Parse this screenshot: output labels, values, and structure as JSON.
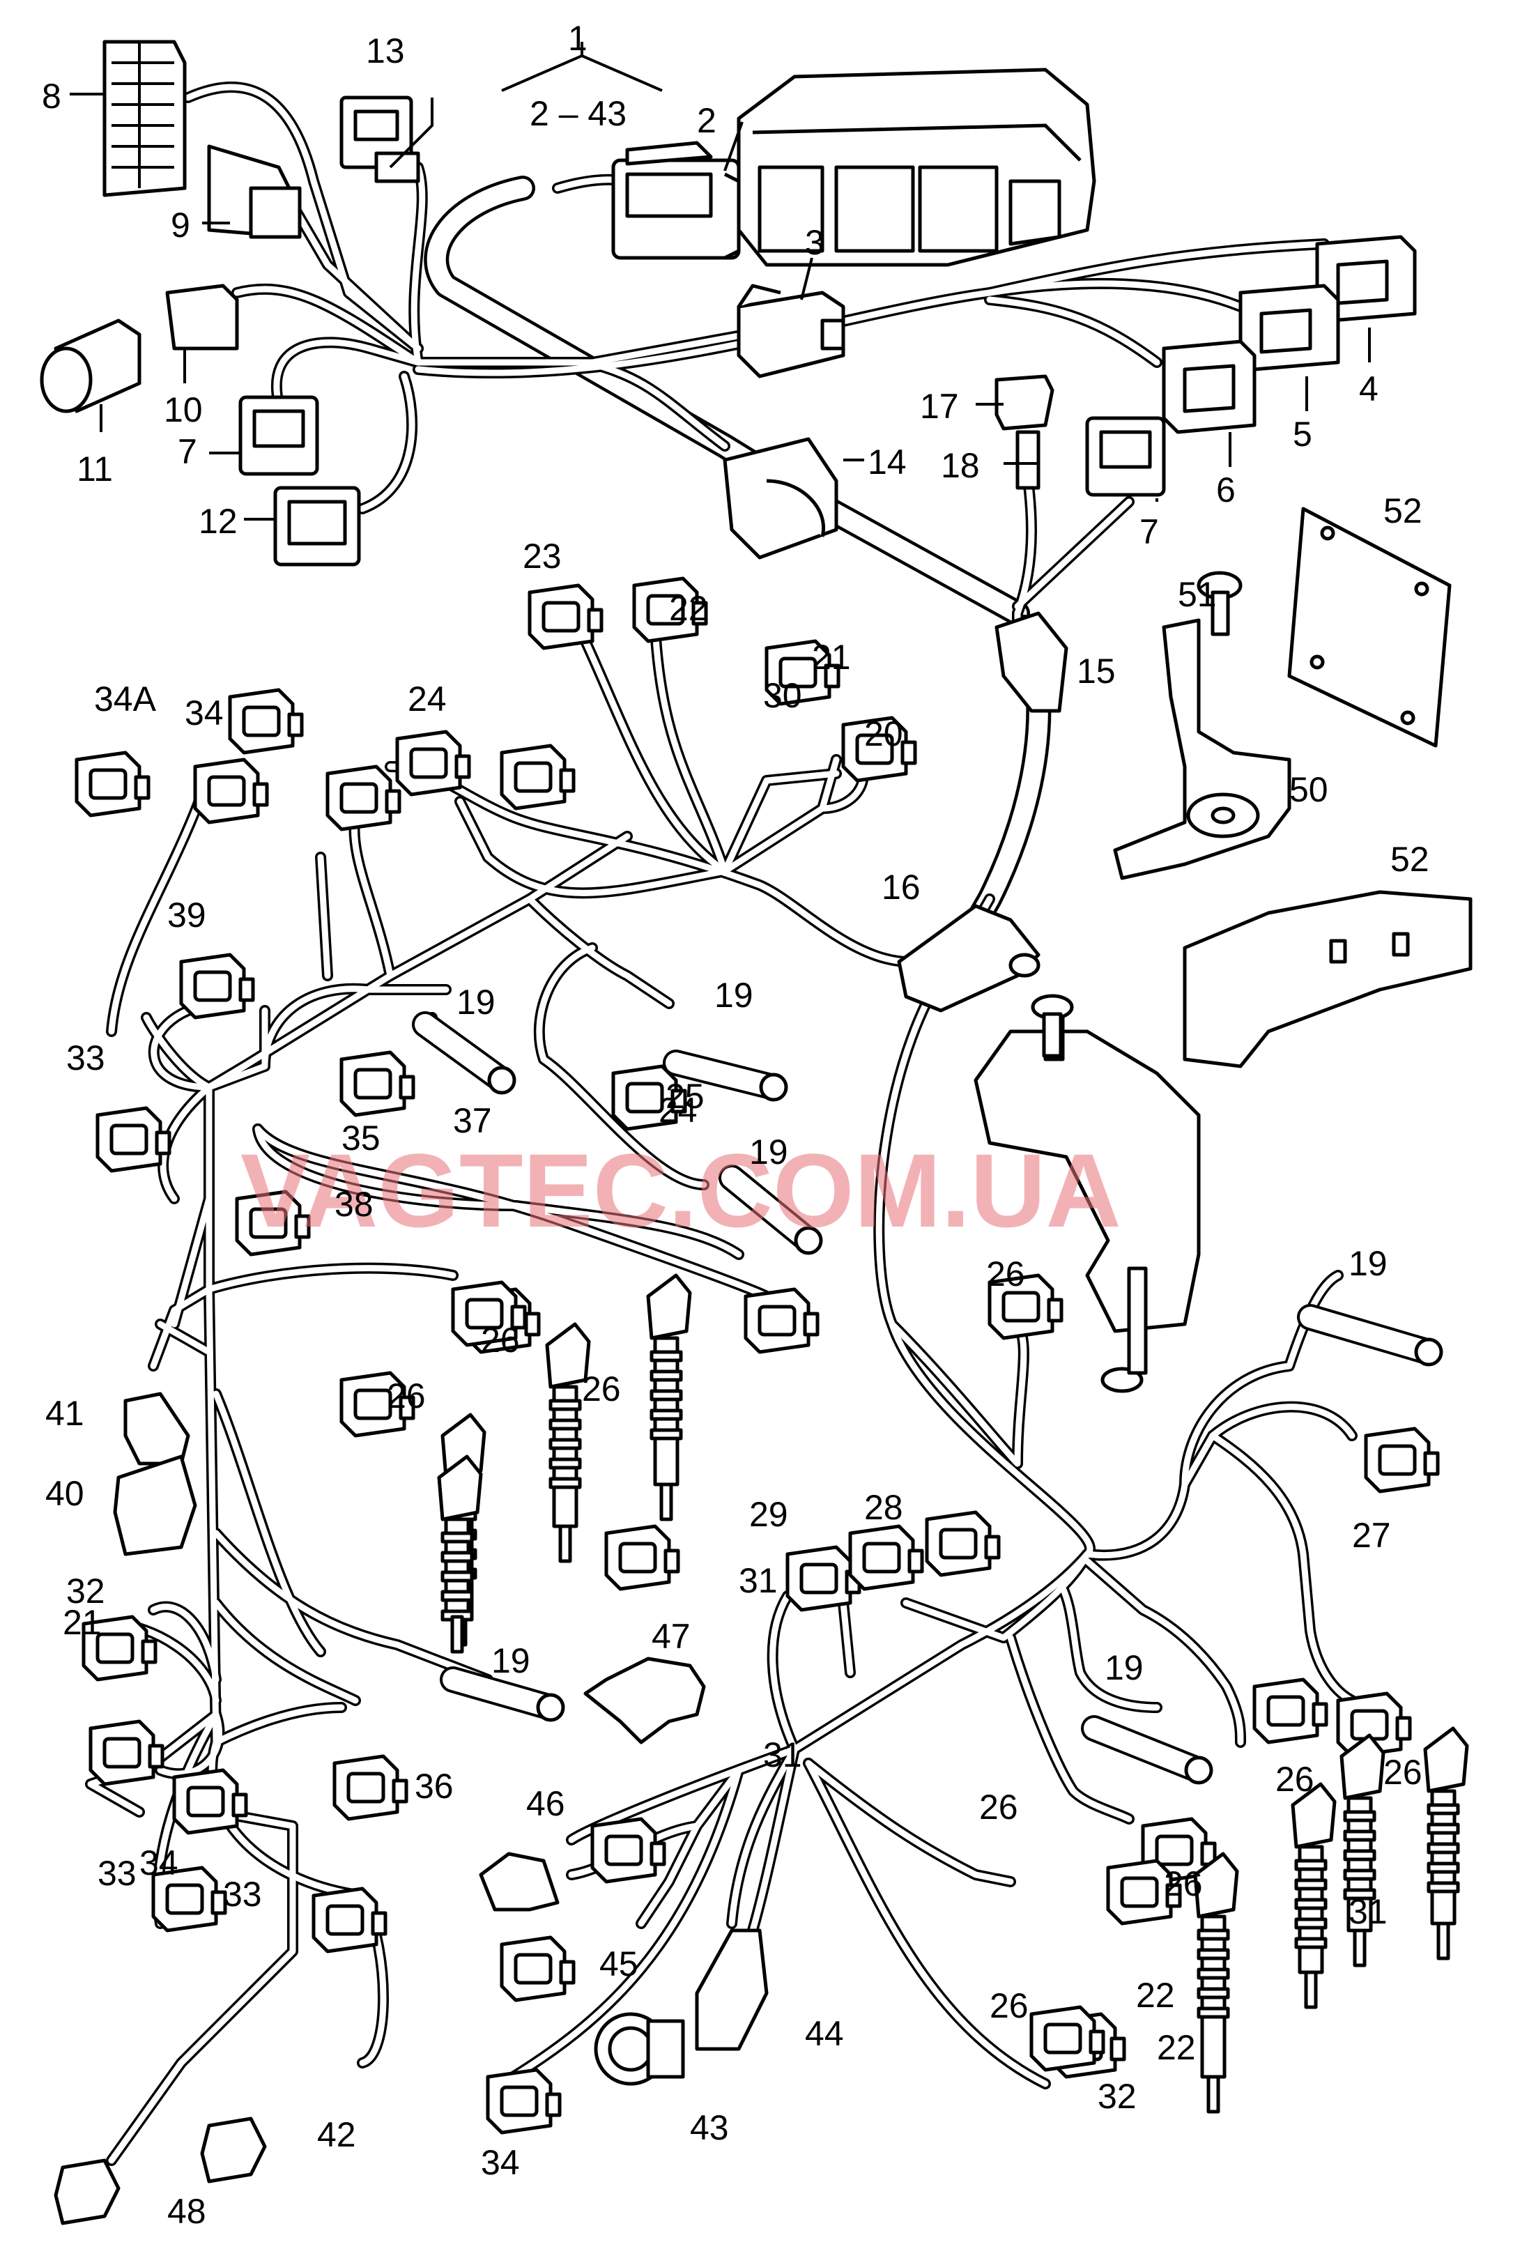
{
  "watermark": "VAGTEC.COM.UA",
  "callouts": [
    {
      "id": "c1",
      "text": "1"
    },
    {
      "id": "c2-43",
      "text": "2 – 43"
    },
    {
      "id": "c2",
      "text": "2"
    },
    {
      "id": "c3",
      "text": "3"
    },
    {
      "id": "c4",
      "text": "4"
    },
    {
      "id": "c5",
      "text": "5"
    },
    {
      "id": "c6",
      "text": "6"
    },
    {
      "id": "c7a",
      "text": "7"
    },
    {
      "id": "c7b",
      "text": "7"
    },
    {
      "id": "c8",
      "text": "8"
    },
    {
      "id": "c9",
      "text": "9"
    },
    {
      "id": "c10",
      "text": "10"
    },
    {
      "id": "c11",
      "text": "11"
    },
    {
      "id": "c12",
      "text": "12"
    },
    {
      "id": "c13",
      "text": "13"
    },
    {
      "id": "c14",
      "text": "14"
    },
    {
      "id": "c15",
      "text": "15"
    },
    {
      "id": "c16",
      "text": "16"
    },
    {
      "id": "c17",
      "text": "17"
    },
    {
      "id": "c18",
      "text": "18"
    },
    {
      "id": "c19a",
      "text": "19"
    },
    {
      "id": "c19b",
      "text": "19"
    },
    {
      "id": "c19c",
      "text": "19"
    },
    {
      "id": "c19d",
      "text": "19"
    },
    {
      "id": "c19e",
      "text": "19"
    },
    {
      "id": "c19f",
      "text": "19"
    },
    {
      "id": "c20",
      "text": "20"
    },
    {
      "id": "c21a",
      "text": "21"
    },
    {
      "id": "c21b",
      "text": "21"
    },
    {
      "id": "c22a",
      "text": "22"
    },
    {
      "id": "c22b",
      "text": "22"
    },
    {
      "id": "c22c",
      "text": "22"
    },
    {
      "id": "c23",
      "text": "23"
    },
    {
      "id": "c24a",
      "text": "24"
    },
    {
      "id": "c24b",
      "text": "24"
    },
    {
      "id": "c25",
      "text": "25"
    },
    {
      "id": "c26a",
      "text": "26"
    },
    {
      "id": "c26b",
      "text": "26"
    },
    {
      "id": "c26c",
      "text": "26"
    },
    {
      "id": "c26d",
      "text": "26"
    },
    {
      "id": "c26e",
      "text": "26"
    },
    {
      "id": "c26f",
      "text": "26"
    },
    {
      "id": "c26g",
      "text": "26"
    },
    {
      "id": "c26h",
      "text": "26"
    },
    {
      "id": "c26i",
      "text": "26"
    },
    {
      "id": "c27",
      "text": "27"
    },
    {
      "id": "c28",
      "text": "28"
    },
    {
      "id": "c29",
      "text": "29"
    },
    {
      "id": "c30",
      "text": "30"
    },
    {
      "id": "c31a",
      "text": "31"
    },
    {
      "id": "c31b",
      "text": "31"
    },
    {
      "id": "c31c",
      "text": "31"
    },
    {
      "id": "c32a",
      "text": "32"
    },
    {
      "id": "c32b",
      "text": "32"
    },
    {
      "id": "c33a",
      "text": "33"
    },
    {
      "id": "c33b",
      "text": "33"
    },
    {
      "id": "c33c",
      "text": "33"
    },
    {
      "id": "c34a",
      "text": "34"
    },
    {
      "id": "c34b",
      "text": "34"
    },
    {
      "id": "c34c",
      "text": "34"
    },
    {
      "id": "c34A",
      "text": "34A"
    },
    {
      "id": "c35",
      "text": "35"
    },
    {
      "id": "c36",
      "text": "36"
    },
    {
      "id": "c37",
      "text": "37"
    },
    {
      "id": "c38",
      "text": "38"
    },
    {
      "id": "c39",
      "text": "39"
    },
    {
      "id": "c40",
      "text": "40"
    },
    {
      "id": "c41",
      "text": "41"
    },
    {
      "id": "c42",
      "text": "42"
    },
    {
      "id": "c43",
      "text": "43"
    },
    {
      "id": "c44",
      "text": "44"
    },
    {
      "id": "c45",
      "text": "45"
    },
    {
      "id": "c46",
      "text": "46"
    },
    {
      "id": "c47",
      "text": "47"
    },
    {
      "id": "c48",
      "text": "48"
    },
    {
      "id": "c50",
      "text": "50"
    },
    {
      "id": "c51",
      "text": "51"
    },
    {
      "id": "c52a",
      "text": "52"
    },
    {
      "id": "c52b",
      "text": "52"
    }
  ]
}
